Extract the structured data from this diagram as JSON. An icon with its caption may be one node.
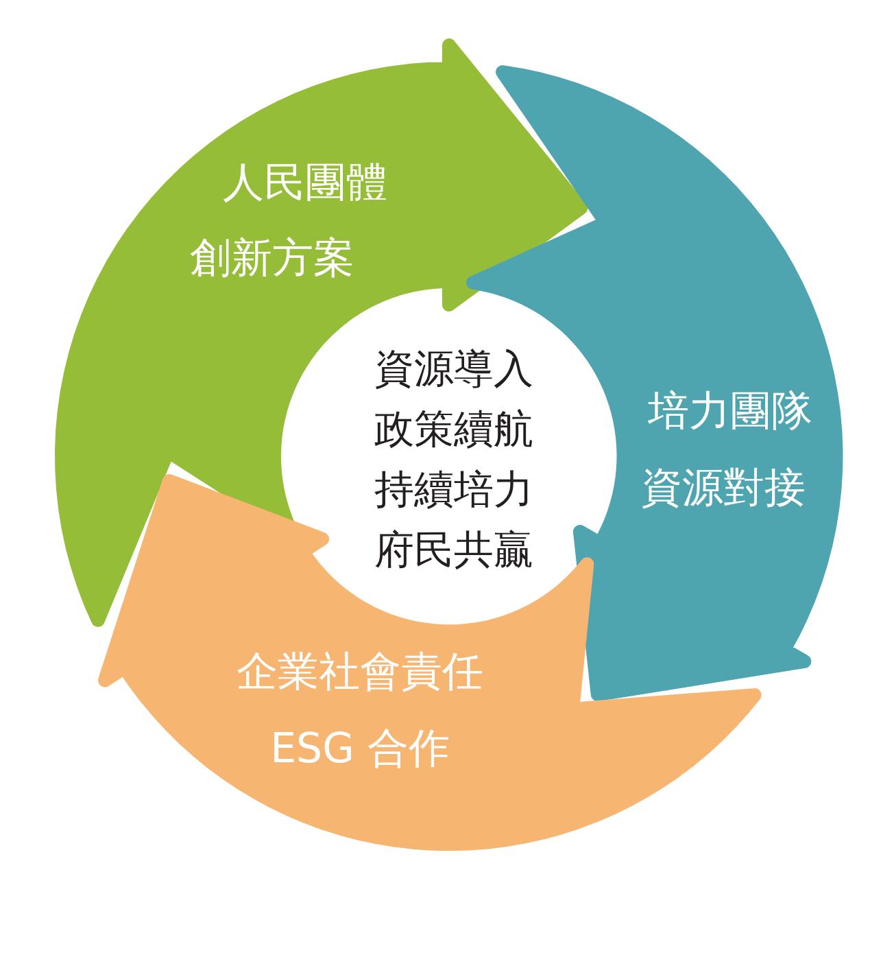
{
  "diagram": {
    "nodes": [
      {
        "text": [
          "人民團體",
          "創新方案"
        ]
      },
      {
        "text": [
          "培力團隊",
          "資源對接"
        ]
      },
      {
        "text": [
          "企業社會責任",
          "ESG 合作"
        ]
      }
    ],
    "labels": [
      "資源導入",
      "政策續航",
      "持續培力",
      "府民共贏"
    ]
  }
}
